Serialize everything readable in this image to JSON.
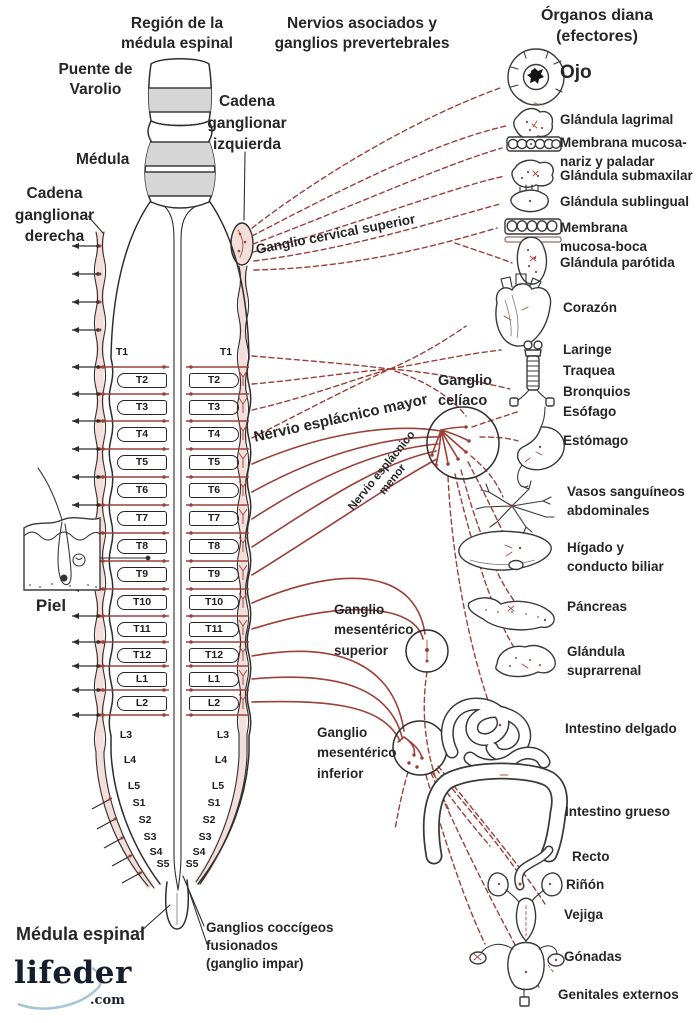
{
  "headers": {
    "region": "Región de la\nmédula espinal",
    "nerves": "Nervios asociados y\nganglios prevertebrales",
    "organs": "Órganos diana\n(efectores)"
  },
  "labels": {
    "pons": "Puente de\nVarolio",
    "medulla": "Médula",
    "right_chain": "Cadena\nganglionar\nderecha",
    "left_chain": "Cadena\nganglionar\nizquierda",
    "cervical_ganglion": "Ganglio cervical superior",
    "greater_splanchnic": "Nervio esplácnico mayor",
    "lesser_splanchnic": "Nervio esplácnico\nmenor",
    "celiac_ganglion": "Ganglio\ncelíaco",
    "sup_mesenteric_ganglion": "Ganglio\nmesentérico\nsuperior",
    "inf_mesenteric_ganglion": "Ganglio\nmesentérico\ninferior",
    "skin": "Piel",
    "spinal_cord": "Médula espinal",
    "coccygeal": "Ganglios coccígeos\nfusionados\n(ganglio impar)"
  },
  "segments": [
    "T1",
    "T2",
    "T3",
    "T4",
    "T5",
    "T6",
    "T7",
    "T8",
    "T9",
    "T10",
    "T11",
    "T12",
    "L1",
    "L2",
    "L3",
    "L4",
    "L5",
    "S1",
    "S2",
    "S3",
    "S4",
    "S5"
  ],
  "organs": [
    {
      "name": "ojo",
      "label": "Ojo"
    },
    {
      "name": "glandula-lagrimal",
      "label": "Glándula lagrimal"
    },
    {
      "name": "membrana-nariz",
      "label": "Membrana mucosa-\nnariz y paladar"
    },
    {
      "name": "glandula-submaxilar",
      "label": "Glándula submaxilar"
    },
    {
      "name": "glandula-sublingual",
      "label": "Glándula sublingual"
    },
    {
      "name": "membrana-boca",
      "label": "Membrana\nmucosa-boca"
    },
    {
      "name": "glandula-parotida",
      "label": "Glándula parótida"
    },
    {
      "name": "corazon",
      "label": "Corazón"
    },
    {
      "name": "laringe",
      "label": "Laringe"
    },
    {
      "name": "traquea",
      "label": "Traquea"
    },
    {
      "name": "bronquios",
      "label": "Bronquios"
    },
    {
      "name": "esofago",
      "label": "Esófago"
    },
    {
      "name": "estomago",
      "label": "Estómago"
    },
    {
      "name": "vasos-sanguineos",
      "label": "Vasos sanguíneos\nabdominales"
    },
    {
      "name": "higado",
      "label": "Hígado y\nconducto biliar"
    },
    {
      "name": "pancreas",
      "label": "Páncreas"
    },
    {
      "name": "glandula-suprarrenal",
      "label": "Glándula\nsuprarrenal"
    },
    {
      "name": "intestino-delgado",
      "label": "Intestino delgado"
    },
    {
      "name": "intestino-grueso",
      "label": "Intestino grueso"
    },
    {
      "name": "recto",
      "label": "Recto"
    },
    {
      "name": "rinon",
      "label": "Riñón"
    },
    {
      "name": "vejiga",
      "label": "Vejiga"
    },
    {
      "name": "gonadas",
      "label": "Gónadas"
    },
    {
      "name": "genitales-externos",
      "label": "Genitales externos"
    }
  ],
  "logo": {
    "text": "lifeder",
    "tld": ".com"
  },
  "colors": {
    "nerve_red": "#9c4038",
    "chain_fill": "#f3ded9",
    "band_gray": "#d6d6d6",
    "ink": "#2e2e2e",
    "logo_navy": "#141e2c",
    "logo_swoosh": "#a6c6d6"
  }
}
